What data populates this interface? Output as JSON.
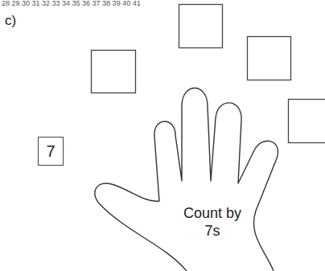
{
  "diagram": {
    "nodes": [
      {
        "text": [
          "7"
        ]
      },
      {
        "text": [
          "Count by 7s"
        ]
      }
    ],
    "labels": [
      "c)",
      "28 29 30 31 32 33 34 35 36 37 38 39 40 41"
    ]
  }
}
